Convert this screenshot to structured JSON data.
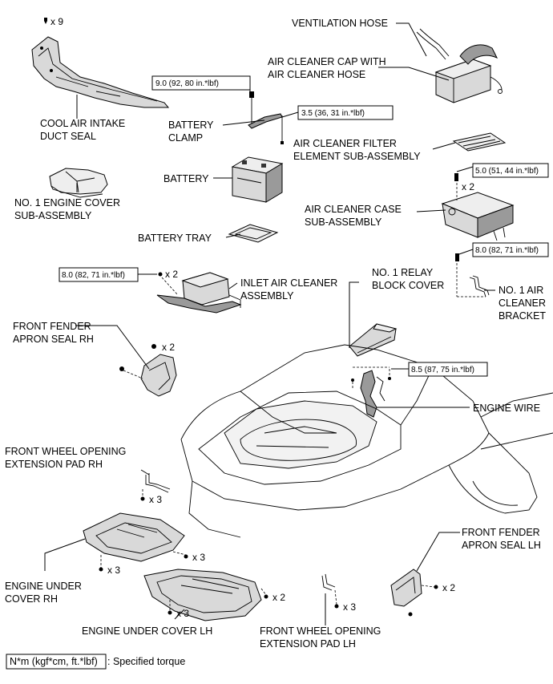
{
  "labels": {
    "ventilation_hose": "VENTILATION HOSE",
    "air_cleaner_cap_1": "AIR CLEANER CAP WITH",
    "air_cleaner_cap_2": "AIR CLEANER HOSE",
    "cool_air_1": "COOL AIR INTAKE",
    "cool_air_2": "DUCT SEAL",
    "battery_clamp_1": "BATTERY",
    "battery_clamp_2": "CLAMP",
    "filter_1": "AIR CLEANER FILTER",
    "filter_2": "ELEMENT SUB-ASSEMBLY",
    "battery": "BATTERY",
    "engine_cover_1": "NO. 1 ENGINE COVER",
    "engine_cover_2": "SUB-ASSEMBLY",
    "case_1": "AIR CLEANER CASE",
    "case_2": "SUB-ASSEMBLY",
    "battery_tray": "BATTERY TRAY",
    "inlet_1": "INLET AIR CLEANER",
    "inlet_2": "ASSEMBLY",
    "relay_1": "NO. 1 RELAY",
    "relay_2": "BLOCK COVER",
    "bracket_1": "NO. 1 AIR",
    "bracket_2": "CLEANER",
    "bracket_3": "BRACKET",
    "fender_rh_1": "FRONT FENDER",
    "fender_rh_2": "APRON SEAL RH",
    "engine_wire": "ENGINE WIRE",
    "pad_rh_1": "FRONT WHEEL OPENING",
    "pad_rh_2": "EXTENSION PAD RH",
    "fender_lh_1": "FRONT FENDER",
    "fender_lh_2": "APRON SEAL LH",
    "under_rh_1": "ENGINE UNDER",
    "under_rh_2": "COVER RH",
    "under_lh": "ENGINE UNDER COVER LH",
    "pad_lh_1": "FRONT WHEEL OPENING",
    "pad_lh_2": "EXTENSION PAD LH"
  },
  "torques": {
    "battery_clamp_nut": "9.0 (92, 80 in.*lbf)",
    "battery_clamp_rod": "3.5 (36, 31 in.*lbf)",
    "case_bolt": "5.0 (51, 44 in.*lbf)",
    "bracket_bolt": "8.0 (82, 71 in.*lbf)",
    "inlet_bolt": "8.0 (82, 71 in.*lbf)",
    "wire_bolt": "8.5 (87, 75 in.*lbf)"
  },
  "counts": {
    "cool_air": "x 9",
    "case": "x 2",
    "inlet": "x 2",
    "fender_rh": "x 2",
    "pad_rh": "x 3",
    "under_rh_a": "x 3",
    "under_rh_b": "x 3",
    "under_lh_a": "x 3",
    "under_lh_b": "x 2",
    "pad_lh": "x 3",
    "fender_lh": "x 2"
  },
  "legend": {
    "unit": "N*m (kgf*cm, ft.*lbf)",
    "text": ": Specified torque"
  }
}
